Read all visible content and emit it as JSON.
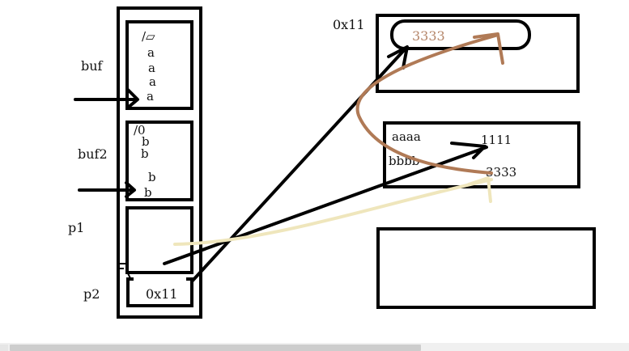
{
  "stack": {
    "buf": {
      "label": "buf",
      "contents": [
        "/▱",
        "a",
        "a",
        "a",
        "a"
      ]
    },
    "buf2": {
      "label": "buf2",
      "contents": [
        "/0",
        "b",
        "b",
        "b",
        "b"
      ]
    },
    "p1": {
      "label": "p1"
    },
    "p2": {
      "label": "p2",
      "value": "0x11"
    }
  },
  "heap": {
    "block_address": "0x11",
    "block_value": "3333",
    "middle_block": {
      "left_top": "aaaa",
      "left_bottom": "bbbb",
      "right_top": "1111",
      "right_bottom": "3333"
    }
  },
  "colors": {
    "ink": "#000000",
    "brown_arrow": "#b07a56",
    "cream_arrow": "#efe6bc",
    "heap_value_text": "#b5866a"
  }
}
